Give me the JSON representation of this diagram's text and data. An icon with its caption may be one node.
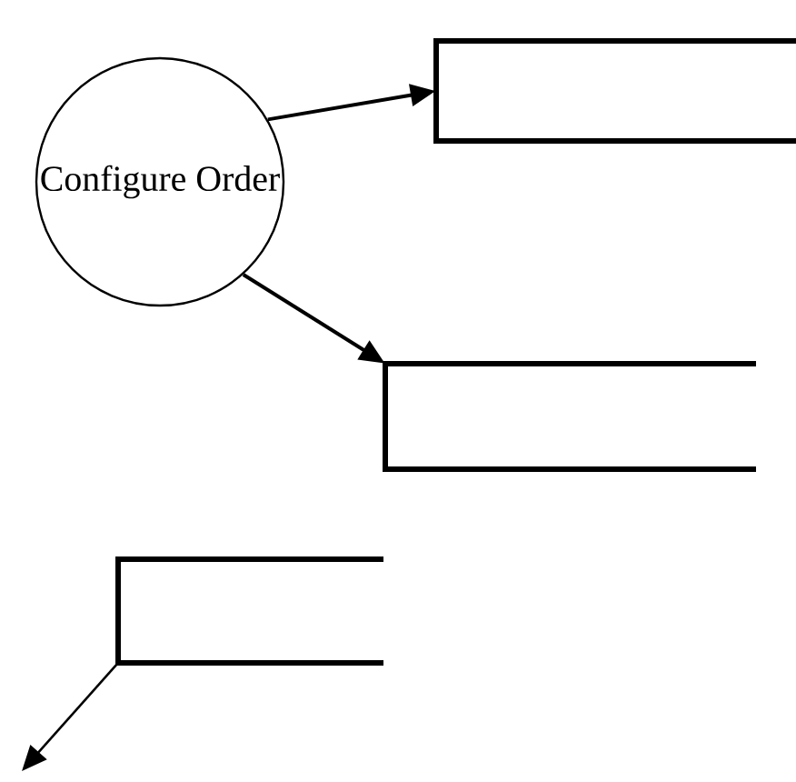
{
  "diagram": {
    "nodes": [
      {
        "text": [
          "Configure Order"
        ]
      },
      {
        "text": [],
        "shape": "box"
      },
      {
        "text": [],
        "shape": "box"
      },
      {
        "text": [],
        "shape": "box"
      }
    ],
    "edges": [
      {
        "from": 0,
        "to": 1,
        "arrow": "to"
      },
      {
        "from": 0,
        "to": 2,
        "arrow": "to"
      },
      {
        "from": 3,
        "to": null,
        "arrow": "to"
      }
    ]
  }
}
